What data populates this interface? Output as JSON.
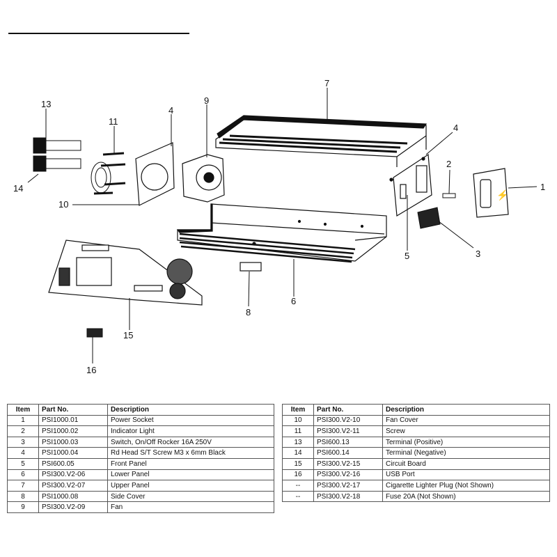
{
  "callouts": [
    "1",
    "2",
    "3",
    "4",
    "4",
    "5",
    "6",
    "7",
    "8",
    "9",
    "10",
    "11",
    "13",
    "14",
    "15",
    "16"
  ],
  "table_headers": {
    "item": "Item",
    "part": "Part No.",
    "desc": "Description"
  },
  "left_rows": [
    {
      "item": "1",
      "part": "PSI1000.01",
      "desc": "Power Socket"
    },
    {
      "item": "2",
      "part": "PSI1000.02",
      "desc": "Indicator Light"
    },
    {
      "item": "3",
      "part": "PSI1000.03",
      "desc": "Switch, On/Off Rocker 16A 250V"
    },
    {
      "item": "4",
      "part": "PSI1000.04",
      "desc": "Rd Head S/T Screw M3 x 6mm Black"
    },
    {
      "item": "5",
      "part": "PSI600.05",
      "desc": "Front Panel"
    },
    {
      "item": "6",
      "part": "PSI300.V2-06",
      "desc": "Lower Panel"
    },
    {
      "item": "7",
      "part": "PSI300.V2-07",
      "desc": "Upper Panel"
    },
    {
      "item": "8",
      "part": "PSI1000.08",
      "desc": "Side Cover"
    },
    {
      "item": "9",
      "part": "PSI300.V2-09",
      "desc": "Fan"
    }
  ],
  "right_rows": [
    {
      "item": "10",
      "part": "PSI300.V2-10",
      "desc": "Fan Cover"
    },
    {
      "item": "11",
      "part": "PSI300.V2-11",
      "desc": "Screw"
    },
    {
      "item": "13",
      "part": "PSI600.13",
      "desc": "Terminal (Positive)"
    },
    {
      "item": "14",
      "part": "PSI600.14",
      "desc": "Terminal (Negative)"
    },
    {
      "item": "15",
      "part": "PSI300.V2-15",
      "desc": "Circuit Board"
    },
    {
      "item": "16",
      "part": "PSI300.V2-16",
      "desc": "USB Port"
    },
    {
      "item": "--",
      "part": "PSI300.V2-17",
      "desc": "Cigarette Lighter Plug (Not Shown)"
    },
    {
      "item": "--",
      "part": "PSI300.V2-18",
      "desc": "Fuse 20A (Not Shown)"
    }
  ]
}
